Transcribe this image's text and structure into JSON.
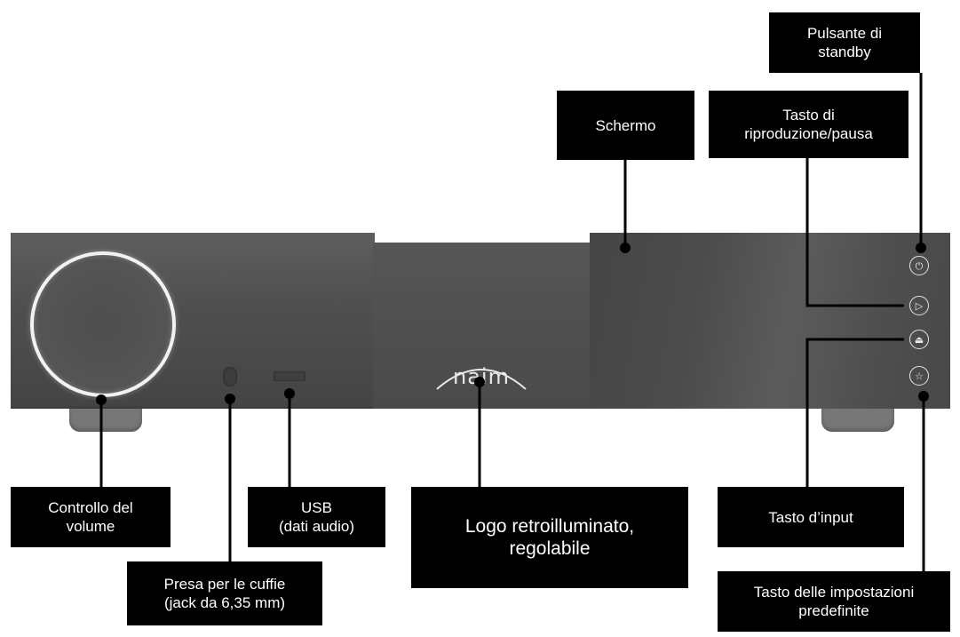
{
  "device": {
    "logo_text": "naim"
  },
  "callouts": {
    "standby": "Pulsante di\nstandby",
    "screen": "Schermo",
    "play_pause": "Tasto di\nriproduzione/pausa",
    "volume": "Controllo del\nvolume",
    "usb": "USB\n(dati audio)",
    "logo": "Logo retroilluminato,\nregolabile",
    "input": "Tasto d’input",
    "headphones": "Presa per le cuffie\n(jack da 6,35 mm)",
    "preset": "Tasto delle impostazioni\npredefinite"
  },
  "icons": {
    "standby": "power-icon",
    "play_pause": "play-pause-icon",
    "input": "input-icon",
    "preset": "star-icon"
  },
  "colors": {
    "label_bg": "#000000",
    "label_text": "#ffffff",
    "device_body": "#4e4e4e",
    "knob_ring": "#f2f2f2"
  }
}
